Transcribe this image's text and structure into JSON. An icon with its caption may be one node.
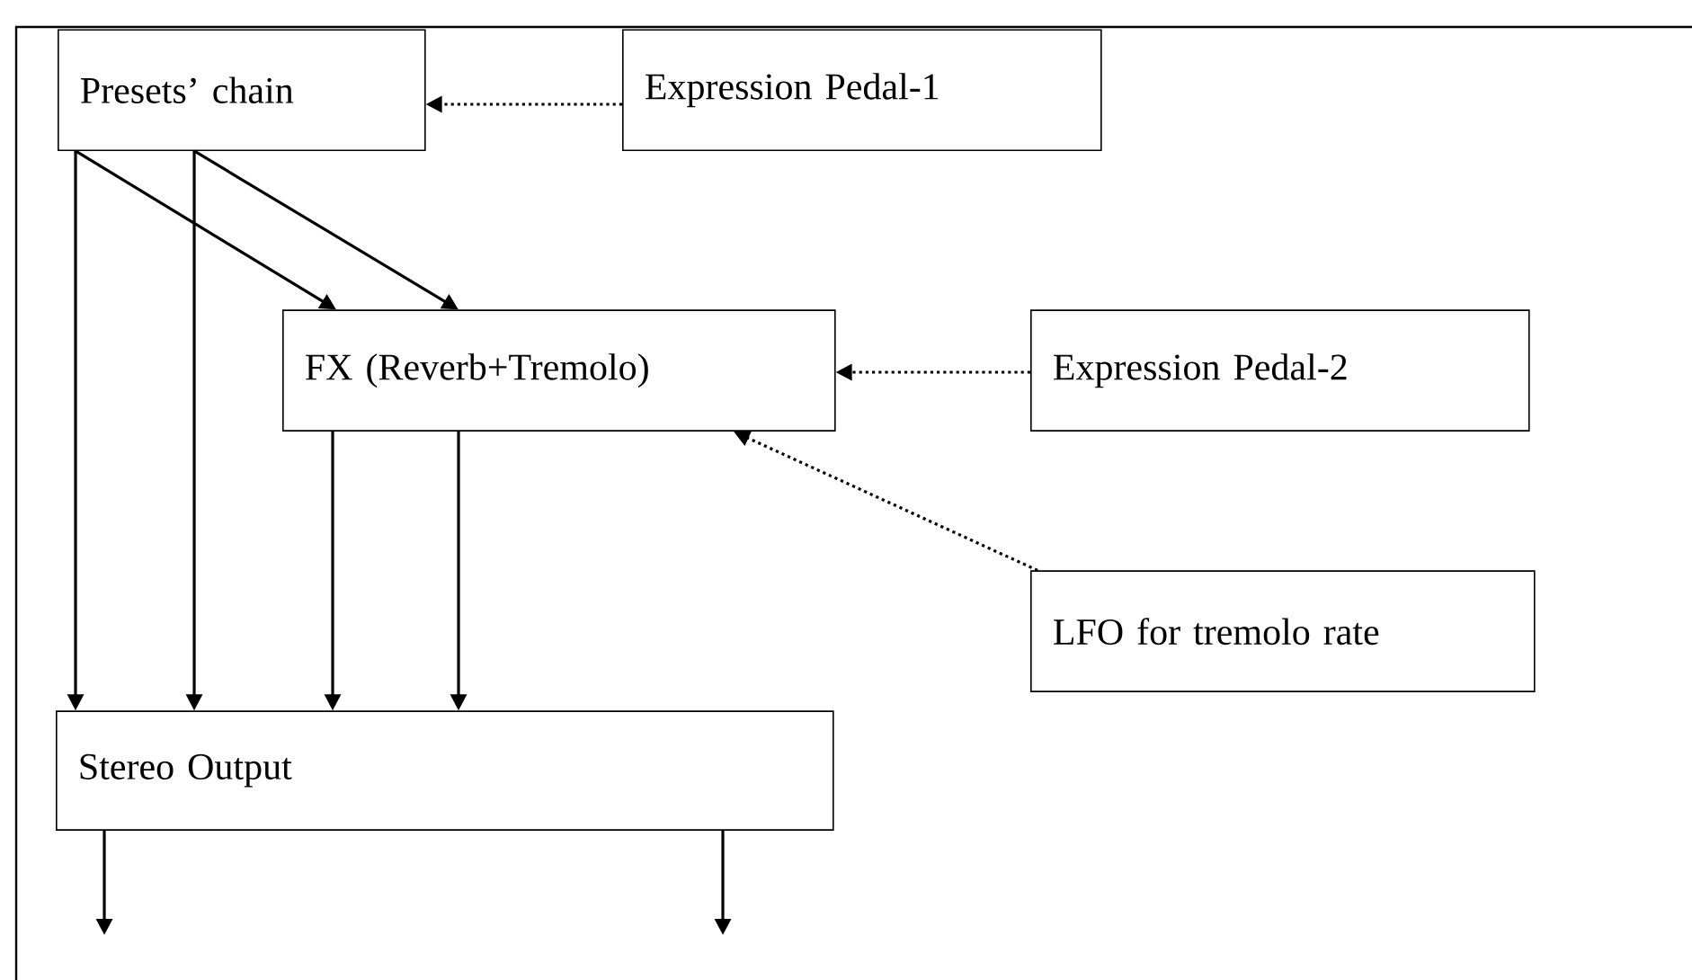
{
  "diagram": {
    "nodes": [
      {
        "text": [
          "Presets’ chain"
        ]
      },
      {
        "text": [
          "Expression Pedal-1"
        ]
      },
      {
        "text": [
          "FX (Reverb+Tremolo)"
        ]
      },
      {
        "text": [
          "Expression Pedal-2"
        ]
      },
      {
        "text": [
          "LFO for tremolo rate"
        ]
      },
      {
        "text": [
          "Stereo Output"
        ]
      }
    ],
    "edges": [
      {
        "from": 1,
        "to": 0,
        "arrow": "to",
        "style": "dashed"
      },
      {
        "from": 0,
        "to": 2,
        "arrow": "to"
      },
      {
        "from": 0,
        "to": 2,
        "arrow": "to"
      },
      {
        "from": 3,
        "to": 2,
        "arrow": "to",
        "style": "dashed"
      },
      {
        "from": 4,
        "to": 2,
        "arrow": "to",
        "style": "dashed"
      },
      {
        "from": 0,
        "to": 5,
        "arrow": "to"
      },
      {
        "from": 0,
        "to": 5,
        "arrow": "to"
      },
      {
        "from": 2,
        "to": 5,
        "arrow": "to"
      },
      {
        "from": 2,
        "to": 5,
        "arrow": "to"
      },
      {
        "from": 5,
        "to": null,
        "arrow": "to"
      },
      {
        "from": 5,
        "to": null,
        "arrow": "to"
      }
    ]
  }
}
